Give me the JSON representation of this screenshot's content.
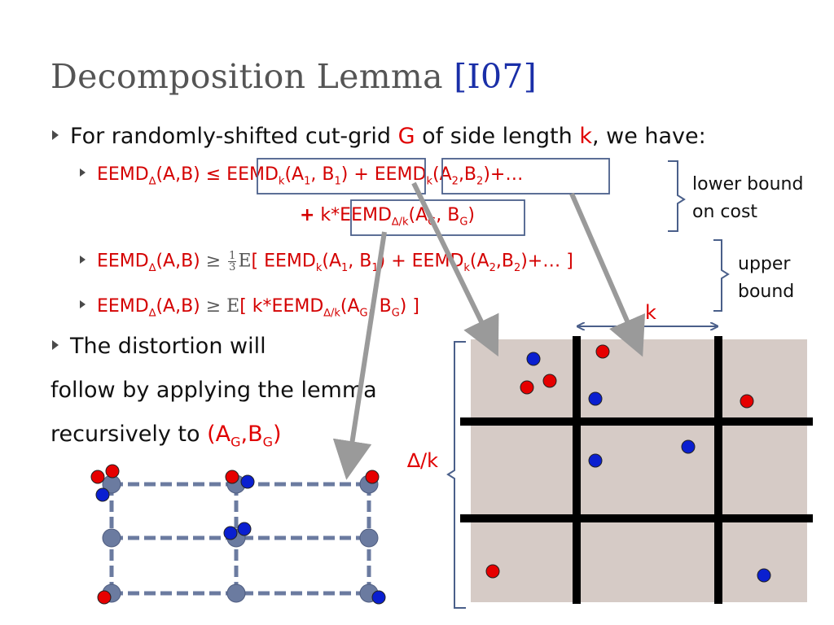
{
  "slide": {
    "title": "Decomposition Lemma ",
    "title_ref": "[I07]",
    "bullet1": {
      "pre": "For randomly-shifted cut-grid ",
      "G": "G",
      "mid": " of side length ",
      "k": "k",
      "post": ", we have:"
    },
    "line1": {
      "lhs": "EEMD",
      "delta": "∆",
      "lhs_args": "(A,B) ≤ ",
      "t1": "EEMD",
      "t1_sub": "k",
      "t1_args_a": "(A",
      "t1_args_s1": "1",
      "t1_args_b": ", B",
      "t1_args_s2": "1",
      "t1_args_c": ")",
      "plus": " + ",
      "t2": "EEMD",
      "t2_sub": "k",
      "t2_args_a": "(A",
      "t2_args_s1": "2",
      "t2_args_b": ",B",
      "t2_args_s2": "2",
      "t2_args_c": ")",
      "tail": "+…"
    },
    "line2": {
      "plus": "+",
      "coef": " k*",
      "term": "EEMD",
      "term_sub": "∆/k",
      "args_a": "(A",
      "args_s1": "G",
      "args_b": ", B",
      "args_s2": "G",
      "args_c": ")"
    },
    "line3": {
      "lhs": "EEMD",
      "delta": "∆",
      "args": "(A,B) ",
      "ge": "≥ ",
      "num": "1",
      "den": "3",
      "E": "E",
      "body_a": "[ EEMD",
      "sub_k1": "k",
      "body_b": "(A",
      "s1": "1",
      "body_c": ", B",
      "s2": "1",
      "body_d": ") + EEMD",
      "sub_k2": "k",
      "body_e": "(A",
      "s3": "2",
      "body_f": ",B",
      "s4": "2",
      "body_g": ")+… ]"
    },
    "line4": {
      "lhs": "EEMD",
      "delta": "∆",
      "args": "(A,B) ",
      "ge": "≥ ",
      "E": "E",
      "body_a": "[ k*EEMD",
      "sub": "∆/k",
      "body_b": "(A",
      "s1": "G",
      "body_c": ", B",
      "s2": "G",
      "body_d": ") ]"
    },
    "lower_bound_note": [
      "lower bound",
      "on cost"
    ],
    "upper_bound_note": [
      "upper",
      "bound"
    ],
    "bullet2": {
      "line_a": "The distortion will",
      "line_b": "follow by applying the lemma",
      "line_c_pre": "recursively to ",
      "line_c_red_a": "(A",
      "line_c_s1": "G",
      "line_c_red_b": ",B",
      "line_c_s2": "G",
      "line_c_red_c": ")"
    },
    "grid_k_label": "k",
    "grid_dk_label": "∆/k"
  },
  "colors": {
    "accent_red": "#e00000",
    "title_gray": "#555555",
    "ref_blue": "#1a2fa8",
    "box_blue": "#4a5f8a",
    "grid_fill": "#d6cbc6",
    "point_red": "#e60000",
    "point_blue": "#0a1fd0",
    "node_fill": "#6b7ba0"
  }
}
